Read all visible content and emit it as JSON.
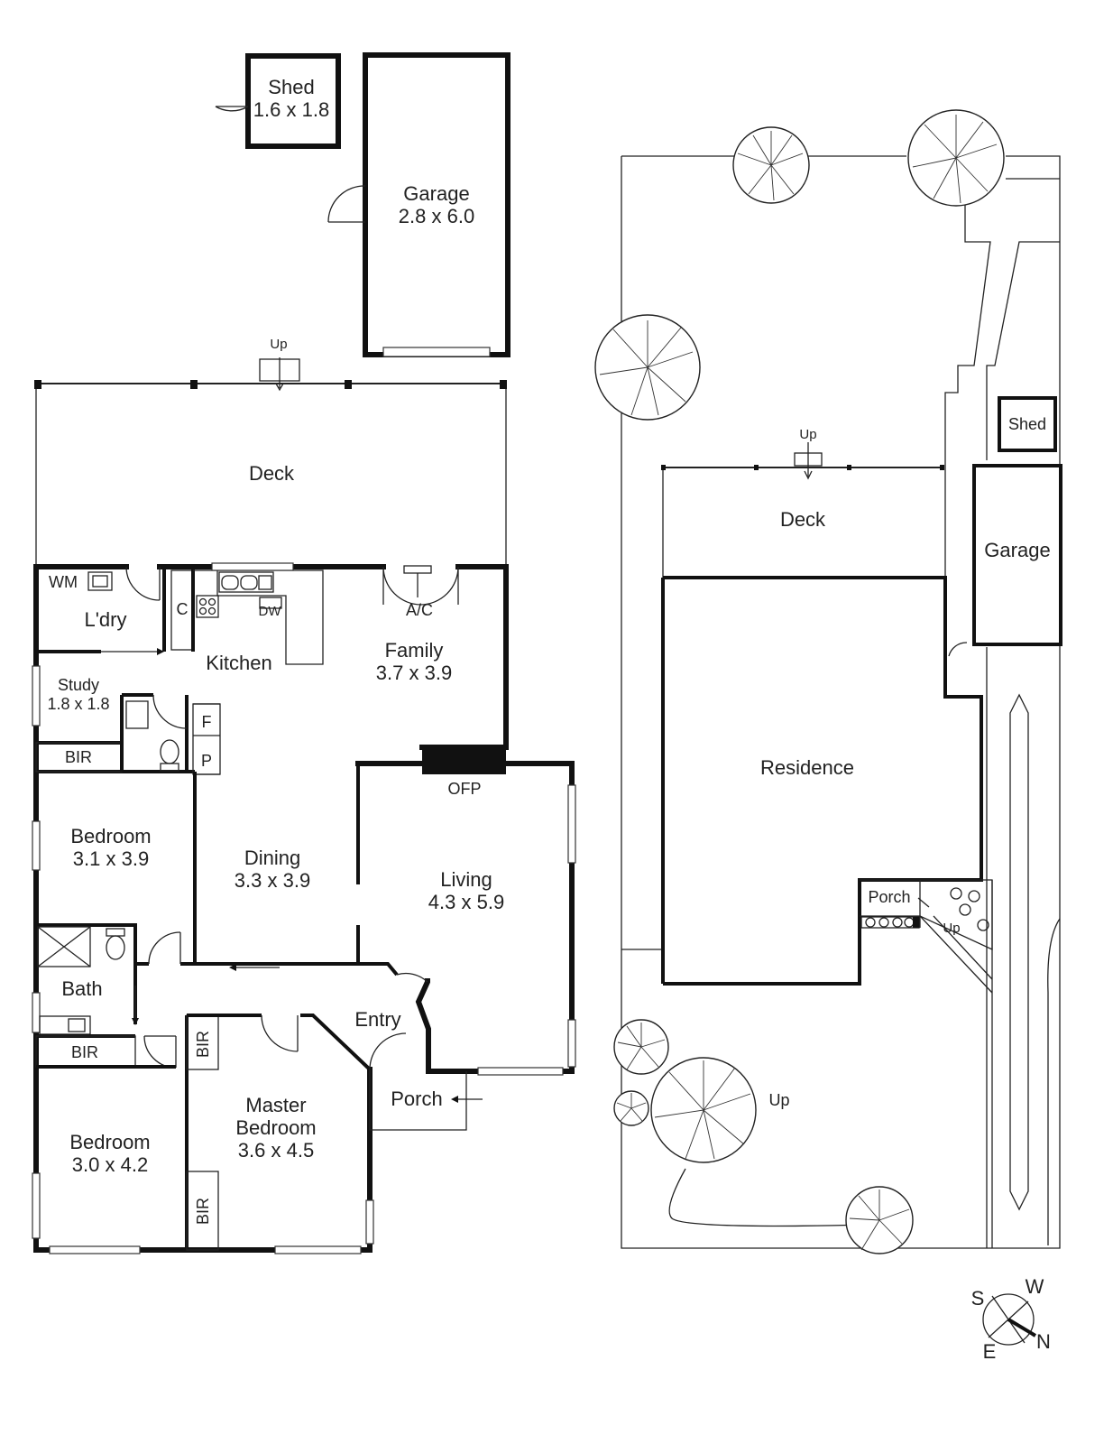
{
  "floor_plan": {
    "shed": {
      "name": "Shed",
      "size": "1.6 x 1.8"
    },
    "garage": {
      "name": "Garage",
      "size": "2.8 x 6.0"
    },
    "deck_up": "Up",
    "deck": "Deck",
    "wm": "WM",
    "laundry": "L'dry",
    "cupboard": "C",
    "dishwasher": "DW",
    "ac": "A/C",
    "kitchen": "Kitchen",
    "family": {
      "name": "Family",
      "size": "3.7 x 3.9"
    },
    "study": {
      "name": "Study",
      "size": "1.8 x 1.8"
    },
    "bir": "BIR",
    "f": "F",
    "p": "P",
    "ofp": "OFP",
    "bedroom2": {
      "name": "Bedroom",
      "size": "3.1 x 3.9"
    },
    "dining": {
      "name": "Dining",
      "size": "3.3 x 3.9"
    },
    "living": {
      "name": "Living",
      "size": "4.3 x 5.9"
    },
    "bath": "Bath",
    "entry": "Entry",
    "porch": "Porch",
    "bedroom3": {
      "name": "Bedroom",
      "size": "3.0 x 4.2"
    },
    "master": {
      "name": "Master",
      "name2": "Bedroom",
      "size": "3.6 x 4.5"
    }
  },
  "site_plan": {
    "shed": "Shed",
    "garage": "Garage",
    "deck": "Deck",
    "deck_up": "Up",
    "residence": "Residence",
    "porch": "Porch",
    "porch_up": "Up",
    "front_up": "Up"
  },
  "compass": {
    "w": "W",
    "s": "S",
    "n": "N",
    "e": "E"
  }
}
